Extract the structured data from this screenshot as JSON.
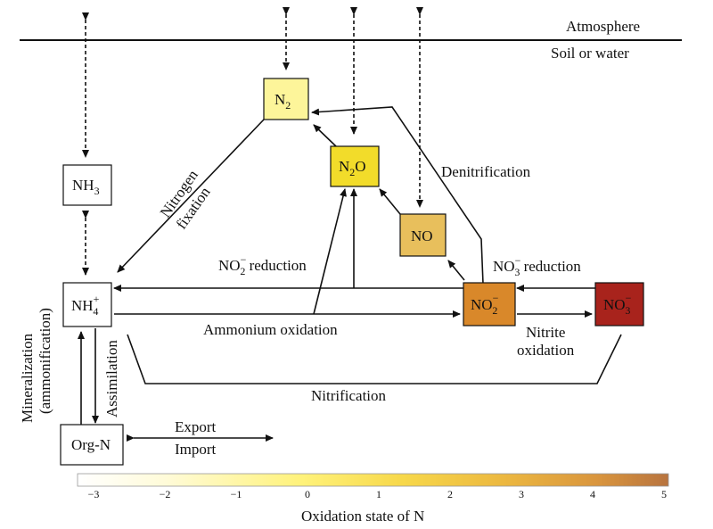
{
  "zones": {
    "atmosphere": "Atmosphere",
    "soil_water": "Soil or water"
  },
  "species": {
    "n2": "N",
    "n2_sub": "2",
    "n2o_a": "N",
    "n2o_sub": "2",
    "n2o_b": "O",
    "no": "NO",
    "nh3": "NH",
    "nh3_sub": "3",
    "nh4": "NH",
    "nh4_sup": "+",
    "nh4_sub": "4",
    "no2": "NO",
    "no2_sup": "−",
    "no2_sub": "2",
    "no3": "NO",
    "no3_sup": "−",
    "no3_sub": "3",
    "orgn": "Org-N"
  },
  "processes": {
    "nitrogen": "Nitrogen",
    "fixation": "fixation",
    "denitrification": "Denitrification",
    "no2_reduction_prefix": "NO",
    "no2_reduction_sup": "−",
    "no2_reduction_sub": "2",
    "no2_reduction_suffix": " reduction",
    "no3_reduction_prefix": "NO",
    "no3_reduction_sup": "−",
    "no3_reduction_sub": "3",
    "no3_reduction_suffix": " reduction",
    "ammonium_oxidation": "Ammonium oxidation",
    "nitrite": "Nitrite",
    "oxidation": "oxidation",
    "nitrification": "Nitrification",
    "mineralization": "Mineralization",
    "ammonification": "(ammonification)",
    "assimilation": "Assimilation",
    "export": "Export",
    "import": "Import"
  },
  "scale": {
    "title": "Oxidation state of N",
    "ticks": [
      "−3",
      "−2",
      "−1",
      "0",
      "1",
      "2",
      "3",
      "4",
      "5"
    ]
  },
  "colors": {
    "n2": "#fdf59a",
    "n2o": "#f2dc2a",
    "no": "#e8bf5c",
    "no2": "#d9882a",
    "no3": "#a8231c",
    "neutral": "#ffffff",
    "gradient": [
      "#ffffff",
      "#fffbd8",
      "#fff27a",
      "#f7d84a",
      "#ecb840",
      "#d9953e",
      "#b8743f"
    ]
  }
}
